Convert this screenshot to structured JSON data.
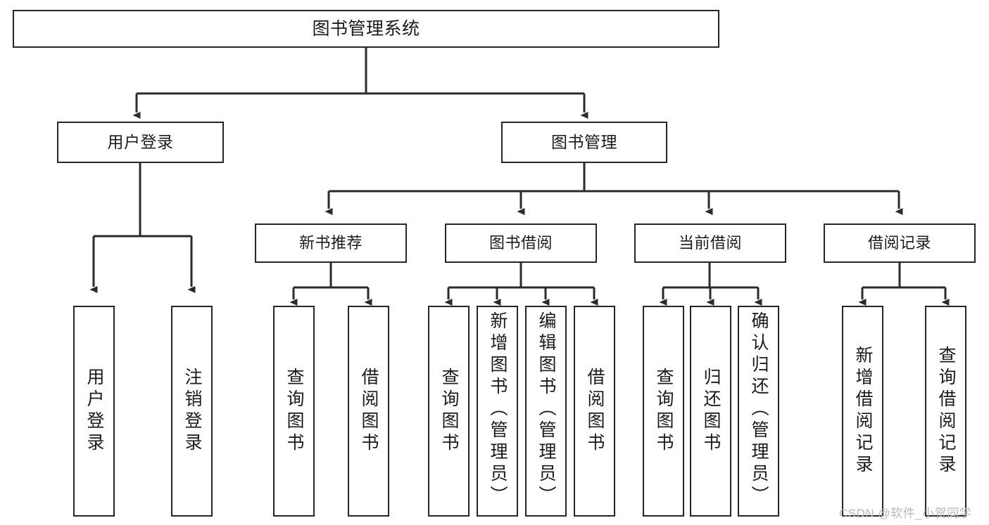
{
  "diagram": {
    "type": "tree-hierarchy",
    "title": "图书管理系统",
    "root": {
      "id": "root",
      "label": "图书管理系统",
      "level": 1
    },
    "level2": [
      {
        "id": "user-login",
        "label": "用户登录",
        "level": 2
      },
      {
        "id": "book-management",
        "label": "图书管理",
        "level": 2
      }
    ],
    "level3": [
      {
        "id": "new-book-recommend",
        "label": "新书推荐",
        "level": 3,
        "parent": "book-management"
      },
      {
        "id": "book-borrow",
        "label": "图书借阅",
        "level": 3,
        "parent": "book-management"
      },
      {
        "id": "current-borrow",
        "label": "当前借阅",
        "level": 3,
        "parent": "book-management"
      },
      {
        "id": "borrow-record",
        "label": "借阅记录",
        "level": 3,
        "parent": "book-management"
      }
    ],
    "leaves": [
      {
        "id": "leaf-user-login",
        "label": "用户登录",
        "parent": "user-login"
      },
      {
        "id": "leaf-user-logout",
        "label": "注销登录",
        "parent": "user-login"
      },
      {
        "id": "leaf-query-book-1",
        "label": "查询图书",
        "parent": "new-book-recommend"
      },
      {
        "id": "leaf-borrow-book-1",
        "label": "借阅图书",
        "parent": "new-book-recommend"
      },
      {
        "id": "leaf-query-book-2",
        "label": "查询图书",
        "parent": "book-borrow"
      },
      {
        "id": "leaf-add-book",
        "label": "新增图书（管理员）",
        "parent": "book-borrow"
      },
      {
        "id": "leaf-edit-book",
        "label": "编辑图书（管理员）",
        "parent": "book-borrow"
      },
      {
        "id": "leaf-borrow-book-2",
        "label": "借阅图书",
        "parent": "book-borrow"
      },
      {
        "id": "leaf-query-book-3",
        "label": "查询图书",
        "parent": "current-borrow"
      },
      {
        "id": "leaf-return-book",
        "label": "归还图书",
        "parent": "current-borrow"
      },
      {
        "id": "leaf-confirm-return",
        "label": "确认归还（管理员）",
        "parent": "current-borrow"
      },
      {
        "id": "leaf-add-record",
        "label": "新增借阅记录",
        "parent": "borrow-record"
      },
      {
        "id": "leaf-query-record",
        "label": "查询借阅记录",
        "parent": "borrow-record"
      }
    ],
    "colors": {
      "box_border": "#26262a",
      "box_fill": "#ffffff",
      "connector": "#2b2b2f",
      "text": "#1b1b1f",
      "watermark": "#b9b9bd",
      "background": "#ffffff"
    }
  },
  "watermark": {
    "text": "CSDN @软件_小贺同学"
  }
}
